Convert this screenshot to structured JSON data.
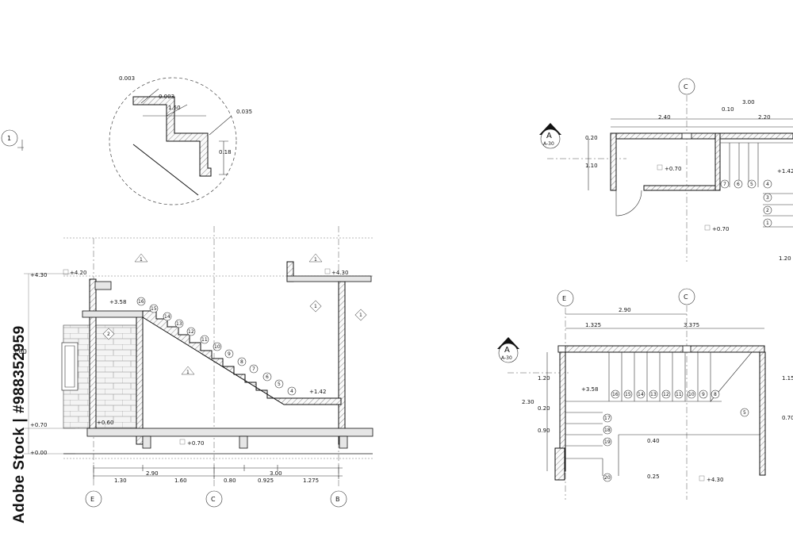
{
  "detail": {
    "dims": [
      "0.003",
      "0.003",
      "1.50",
      "0.035",
      "0.18"
    ],
    "ref_label": "1"
  },
  "section": {
    "levels": [
      "+4.30",
      "+4.20",
      "+3.58",
      "+1.42",
      "+0.70",
      "+0.60",
      "+0.70",
      "+0.00",
      "+4.30"
    ],
    "height_dim": "3.60",
    "bottom_dims": [
      "1.30",
      "1.60",
      "0.80",
      "0.925",
      "1.275"
    ],
    "overall_dims": [
      "2.90",
      "3.00"
    ],
    "step_numbers": [
      "16",
      "15",
      "14",
      "13",
      "12",
      "11",
      "10",
      "9",
      "8",
      "7",
      "6",
      "5",
      "4"
    ],
    "axes": [
      "E",
      "C",
      "B"
    ],
    "tags": [
      "1",
      "2",
      "1",
      "1",
      "1",
      "1"
    ]
  },
  "plan_upper": {
    "axis": "C",
    "section_marker": {
      "letter": "A",
      "sheet": "A-30"
    },
    "dims": [
      "3.00",
      "2.40",
      "0.10",
      "2.20",
      "0.20",
      "1.10",
      "1.20"
    ],
    "levels": [
      "+0.70",
      "+1.42",
      "+0.70"
    ],
    "step_numbers": [
      "7",
      "6",
      "5",
      "4",
      "3",
      "2",
      "1"
    ]
  },
  "plan_lower": {
    "axes": [
      "E",
      "C"
    ],
    "section_marker": {
      "letter": "A",
      "sheet": "A-30"
    },
    "dims": [
      "2.90",
      "1.325",
      "3.375",
      "1.20",
      "2.30",
      "0.20",
      "0.90",
      "0.40",
      "0.25",
      "1.15",
      "0.70"
    ],
    "levels": [
      "+3.58",
      "+4.30"
    ],
    "step_numbers": [
      "16",
      "15",
      "14",
      "13",
      "12",
      "11",
      "10",
      "9",
      "8",
      "17",
      "18",
      "19",
      "20",
      "5"
    ]
  },
  "watermark": {
    "id_text": "Adobe Stock | #988352959"
  }
}
